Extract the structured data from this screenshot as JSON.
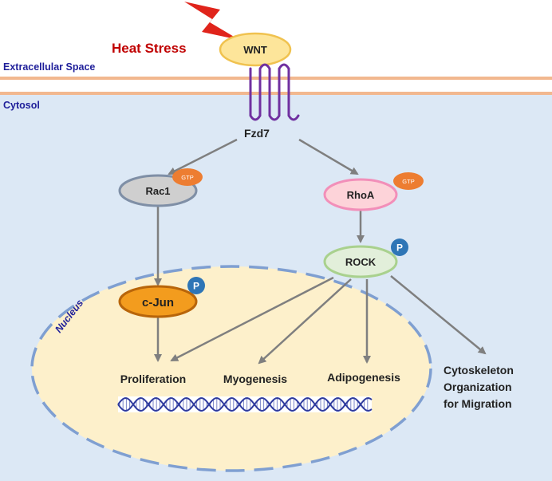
{
  "regions": {
    "extracellular": "Extracellular Space",
    "cytosol": "Cytosol",
    "nucleus": "Nucleus"
  },
  "stimulus": {
    "label": "Heat Stress"
  },
  "nodes": {
    "wnt": "WNT",
    "fzd7": "Fzd7",
    "rac1": "Rac1",
    "rhoa": "RhoA",
    "rock": "ROCK",
    "cjun": "c-Jun"
  },
  "badges": {
    "gtp": "GTP",
    "phospho": "P"
  },
  "outcomes": {
    "proliferation": "Proliferation",
    "myogenesis": "Myogenesis",
    "adipogenesis": "Adipogenesis",
    "cyto_line1": "Cytoskeleton",
    "cyto_line2": "Organization",
    "cyto_line3": "for Migration"
  },
  "colors": {
    "cytosol": "#dce8f5",
    "membrane": "#f2b88f",
    "nucleus_fill": "#fdf0cb",
    "nucleus_border": "#7f9fd1",
    "wnt_fill": "#fde59a",
    "wnt_stroke": "#f0c24f",
    "lightning": "#e0241b",
    "receptor": "#7030a0",
    "rac1_fill": "#cfcfcf",
    "rac1_stroke": "#7f8fa6",
    "rhoa_fill": "#fdd3d9",
    "rhoa_stroke": "#f28fb9",
    "rock_fill": "#e2efda",
    "rock_stroke": "#a9d18e",
    "cjun_fill": "#f39c1e",
    "cjun_stroke": "#b8650a",
    "gtp_badge": "#ed7d31",
    "phospho_badge": "#2e75b6",
    "arrow": "#7f7f7f",
    "heat_text": "#c00000",
    "dna_blue": "#2f3b9e"
  }
}
